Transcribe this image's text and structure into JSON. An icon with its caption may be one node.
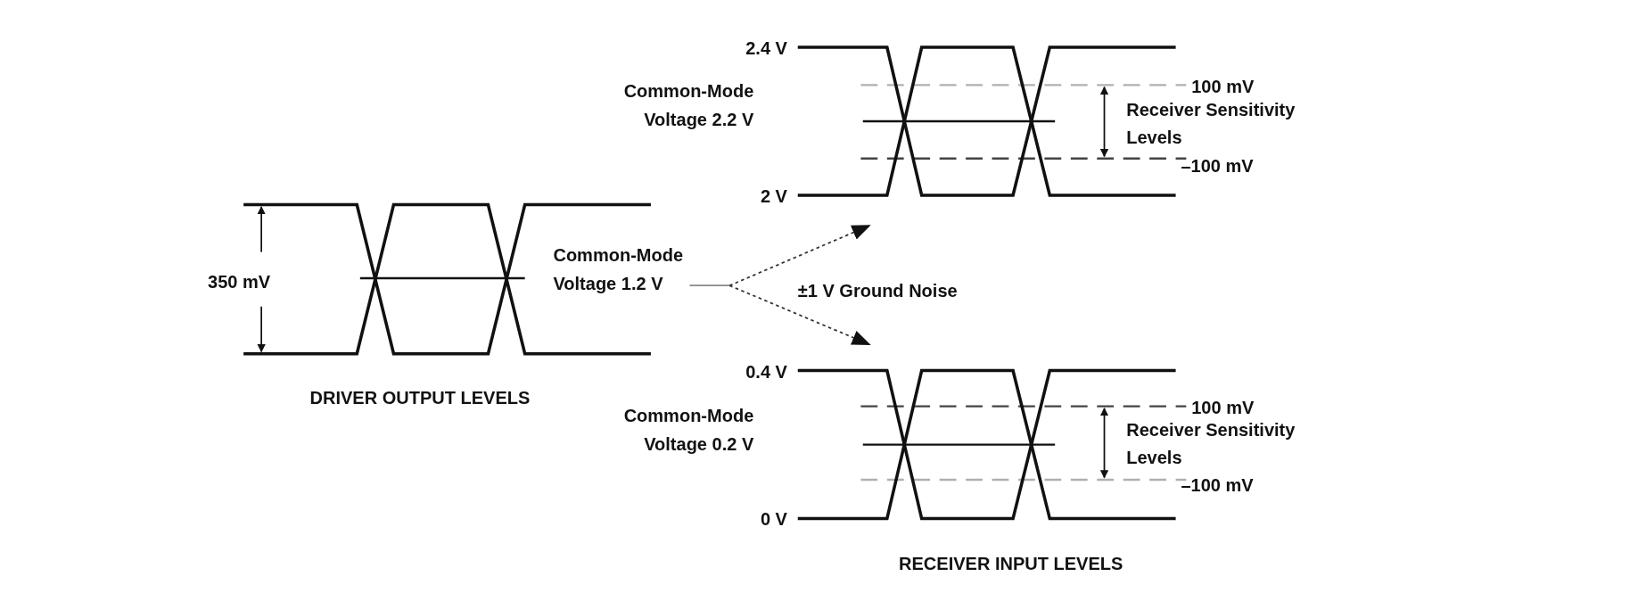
{
  "diagram": {
    "nodes": [
      {
        "text": [
          "Common-Mode Voltage 1.2 V"
        ]
      },
      {
        "text": [],
        "shape": "waveform"
      },
      {
        "text": [],
        "shape": "waveform"
      }
    ],
    "edges": [
      {
        "from": 0,
        "to": 1,
        "arrow": "to",
        "style": "dashed"
      },
      {
        "from": 0,
        "to": 2,
        "arrow": "to",
        "style": "dashed"
      }
    ],
    "labels": [
      "2.4 V",
      "Common-Mode Voltage 2.2 V",
      "100 mV",
      "Receiver Sensitivity Levels",
      "–100 mV",
      "2 V",
      "350 mV",
      "±1 V Ground Noise",
      "DRIVER OUTPUT LEVELS",
      "0.4 V",
      "Common-Mode Voltage 0.2 V",
      "100 mV",
      "Receiver Sensitivity Levels",
      "–100 mV",
      "0 V",
      "RECEIVER INPUT LEVELS"
    ]
  }
}
